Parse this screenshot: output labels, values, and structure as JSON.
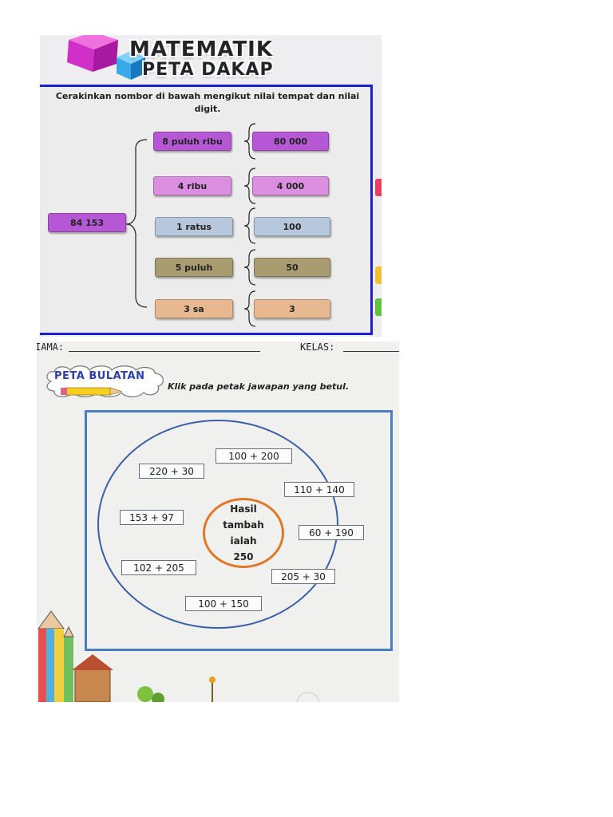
{
  "peta_dakap": {
    "title_line1": "MATEMATIK",
    "title_line2": "PETA DAKAP",
    "instruction": "Cerakinkan nombor di bawah mengikut nilai tempat dan nilai digit.",
    "number": "84 153",
    "rows": [
      {
        "place": "8 puluh ribu",
        "value": "80 000",
        "color": "#b658d6"
      },
      {
        "place": "4 ribu",
        "value": "4 000",
        "color": "#dc8ee0"
      },
      {
        "place": "1 ratus",
        "value": "100",
        "color": "#b8c8dc"
      },
      {
        "place": "5 puluh",
        "value": "50",
        "color": "#a89c70"
      },
      {
        "place": "3 sa",
        "value": "3",
        "color": "#e8b890"
      }
    ]
  },
  "peta_bulatan": {
    "name_label": "IAMA:",
    "class_label": "KELAS:",
    "title": "PETA BULATAN",
    "instruction": "Klik pada petak jawapan yang betul.",
    "center_text": "Hasil tambah ialah 250",
    "options": [
      "100 + 200",
      "220 + 30",
      "110 + 140",
      "153 + 97",
      "60 + 190",
      "102 + 205",
      "205 + 30",
      "100 + 150"
    ]
  },
  "colors": {
    "frame_blue": "#1e1ed2",
    "circle_blue": "#3a5fa8",
    "center_orange": "#e07828",
    "title_blue": "#2a3fa8"
  }
}
